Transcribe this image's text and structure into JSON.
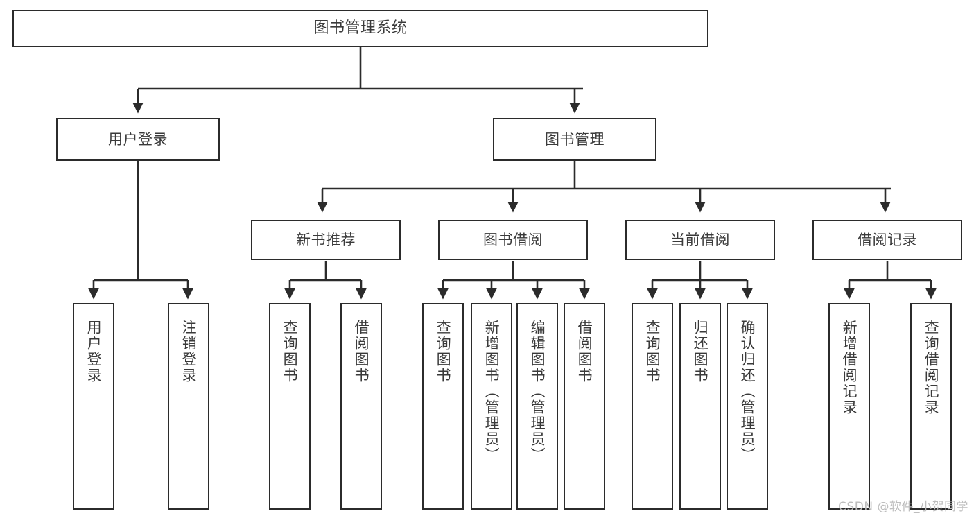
{
  "diagram": {
    "title": "图书管理系统",
    "type": "tree-hierarchy",
    "watermark": "CSDN @软件_小贺同学",
    "colors": {
      "stroke": "#2b2b2b",
      "fill": "#ffffff",
      "text": "#3a3a3a",
      "watermark": "#bdbdbd"
    },
    "nodes": {
      "root": {
        "label": "图书管理系统"
      },
      "level2": [
        {
          "id": "user-login",
          "label": "用户登录"
        },
        {
          "id": "book-manage",
          "label": "图书管理"
        }
      ],
      "level3": [
        {
          "id": "new-book-recommend",
          "label": "新书推荐"
        },
        {
          "id": "book-borrow",
          "label": "图书借阅"
        },
        {
          "id": "current-borrow",
          "label": "当前借阅"
        },
        {
          "id": "borrow-record",
          "label": "借阅记录"
        }
      ],
      "leaves": {
        "user-login": [
          {
            "id": "leaf-user-login",
            "label": "用户登录"
          },
          {
            "id": "leaf-logout",
            "label": "注销登录"
          }
        ],
        "new-book-recommend": [
          {
            "id": "leaf-query-book-1",
            "label": "查询图书"
          },
          {
            "id": "leaf-borrow-book-1",
            "label": "借阅图书"
          }
        ],
        "book-borrow": [
          {
            "id": "leaf-query-book-2",
            "label": "查询图书"
          },
          {
            "id": "leaf-add-book",
            "label": "新增图书（管理员）"
          },
          {
            "id": "leaf-edit-book",
            "label": "编辑图书（管理员）"
          },
          {
            "id": "leaf-borrow-book-2",
            "label": "借阅图书"
          }
        ],
        "current-borrow": [
          {
            "id": "leaf-query-book-3",
            "label": "查询图书"
          },
          {
            "id": "leaf-return-book",
            "label": "归还图书"
          },
          {
            "id": "leaf-confirm-return",
            "label": "确认归还（管理员）"
          }
        ],
        "borrow-record": [
          {
            "id": "leaf-add-record",
            "label": "新增借阅记录"
          },
          {
            "id": "leaf-query-record",
            "label": "查询借阅记录"
          }
        ]
      }
    }
  }
}
